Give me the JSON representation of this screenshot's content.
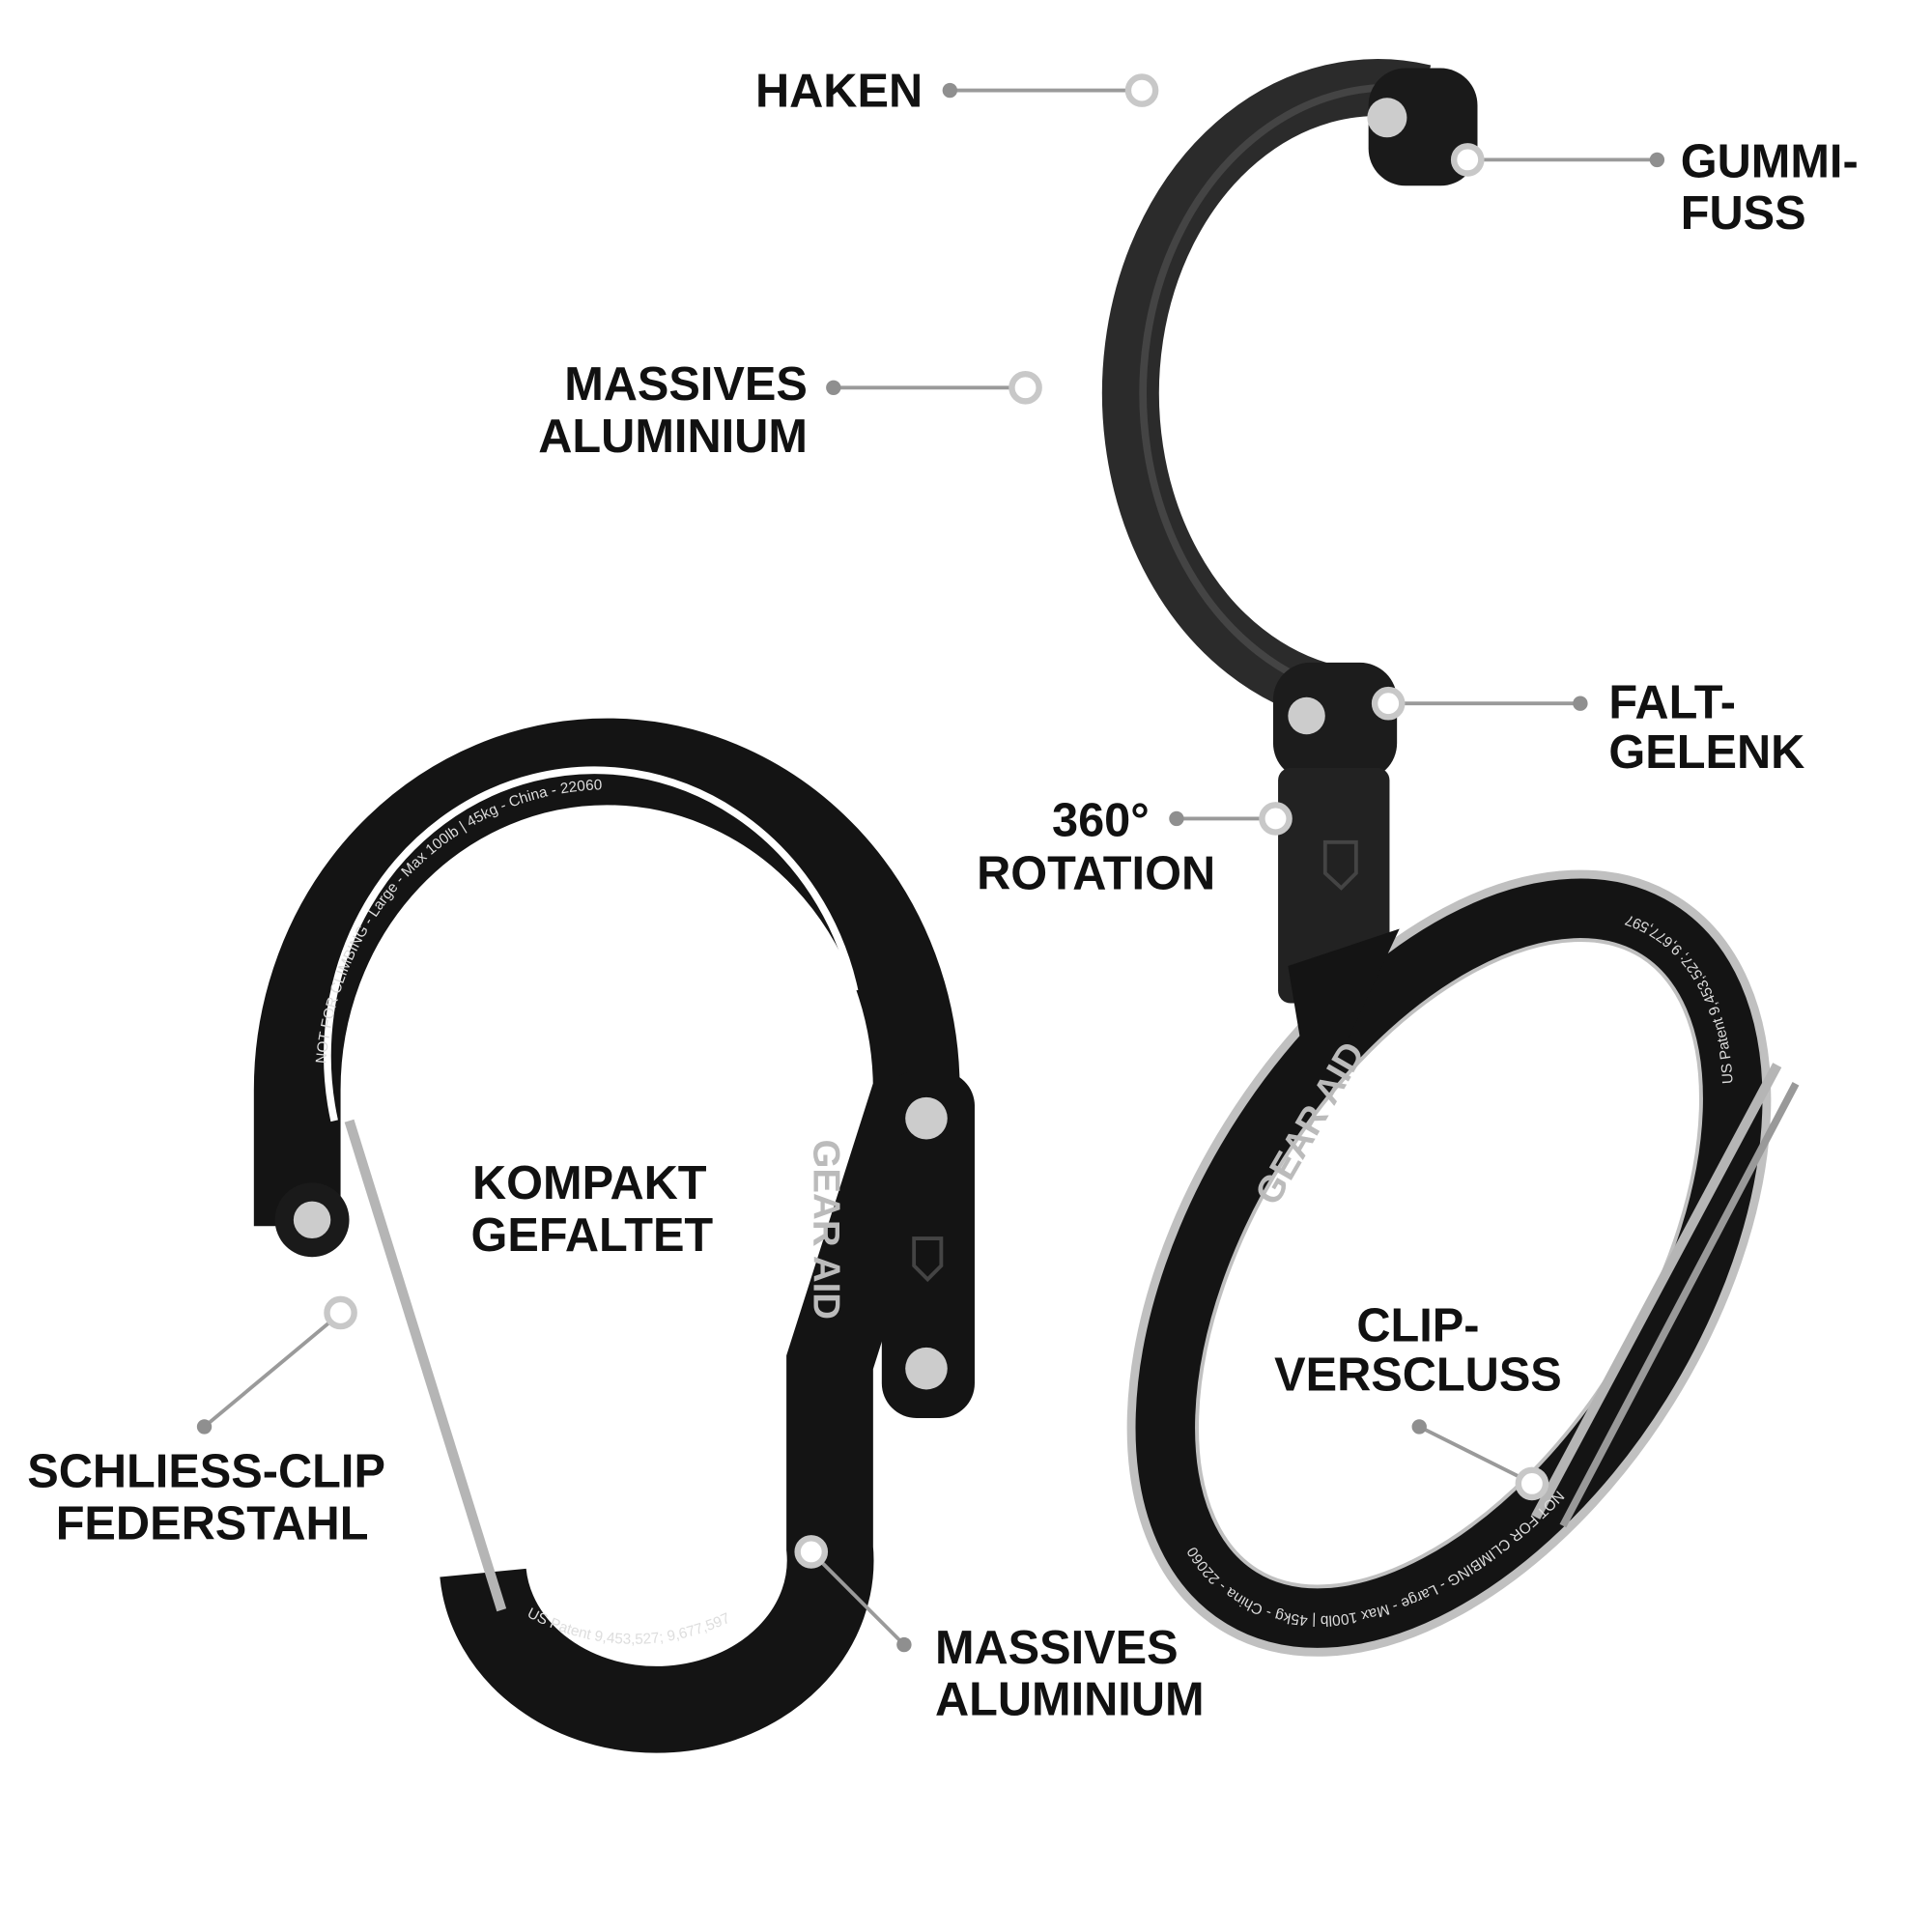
{
  "labels": {
    "haken": "HAKEN",
    "gummi_1": "GUMMI-",
    "gummi_2": "FUSS",
    "massives_top_1": "MASSIVES",
    "massives_top_2": "ALUMINIUM",
    "falt_1": "FALT-",
    "falt_2": "GELENK",
    "rotation_1": "360°",
    "rotation_2": "ROTATION",
    "kompakt_1": "KOMPAKT",
    "kompakt_2": "GEFALTET",
    "schliess_1": "SCHLIESS-CLIP",
    "schliess_2": "FEDERSTAHL",
    "massives_bottom_1": "MASSIVES",
    "massives_bottom_2": "ALUMINIUM",
    "clip_1": "CLIP-",
    "clip_2": "VERSCLUSS"
  },
  "engravings": {
    "warning": "NOT FOR CLIMBING - Large - Max 100lb | 45kg - China - 22060",
    "patent": "US Patent 9,453,527; 9,677,597",
    "brand": "GEAR AID"
  },
  "colors": {
    "metal": "#141414",
    "hook": "#2b2b2b",
    "steel": "#b5b5b5",
    "leader": "#9a9a9a"
  }
}
